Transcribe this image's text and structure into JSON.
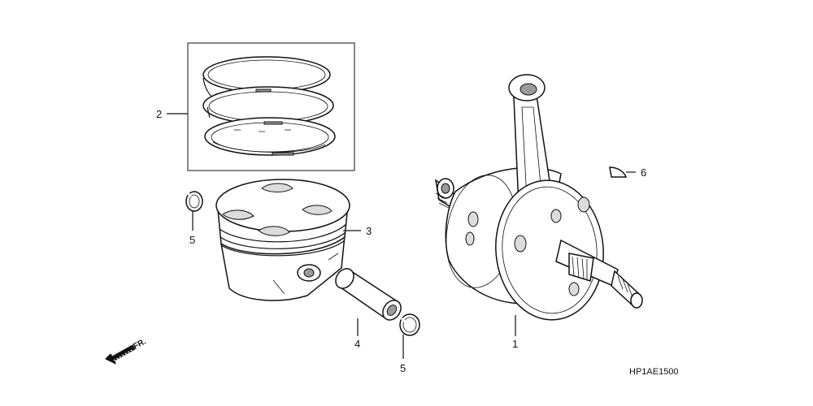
{
  "callouts": {
    "crankshaft": "1",
    "piston_ring_set": "2",
    "piston": "3",
    "piston_pin": "4",
    "clip_left": "5",
    "clip_right": "5",
    "woodruff_key": "6"
  },
  "front_indicator": "FR.",
  "diagram_code": "HP1AE1500"
}
